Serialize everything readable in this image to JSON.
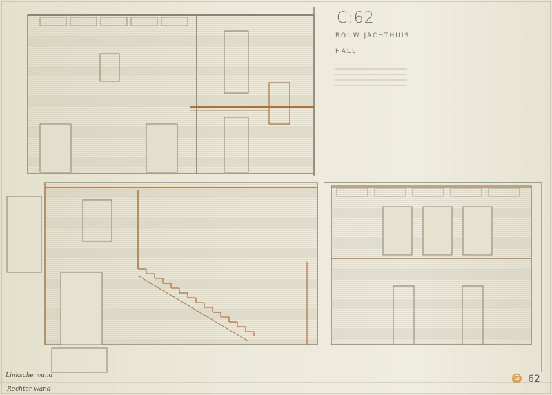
{
  "title_block": {
    "code": "C:62",
    "project": "BOUW JACHTHUIS",
    "room": "HALL"
  },
  "signatures": {
    "left_upper": "Linksche wand",
    "left_lower": "Rechter wand"
  },
  "stamp": {
    "letter": "G",
    "number": "62"
  },
  "colors": {
    "paper": "#ece9da",
    "ink": "#6e6a5c",
    "red_ink": "#b0703a"
  }
}
